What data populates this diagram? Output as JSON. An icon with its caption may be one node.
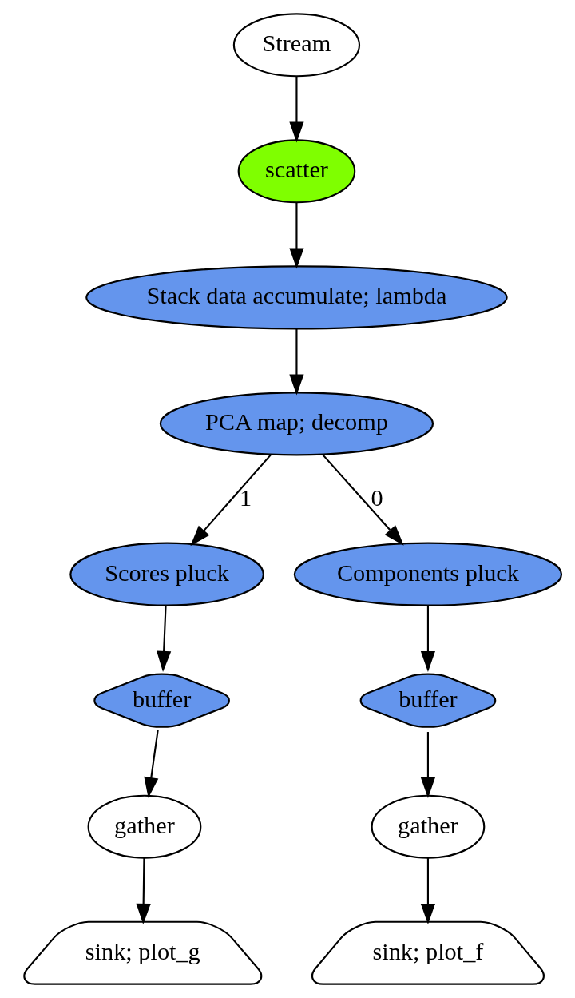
{
  "diagram": {
    "nodes": [
      {
        "text": [
          "Stream"
        ]
      },
      {
        "text": [
          "scatter"
        ]
      },
      {
        "text": [
          "Stack data accumulate; lambda"
        ]
      },
      {
        "text": [
          "PCA map; decomp"
        ]
      },
      {
        "text": [
          "Scores pluck"
        ]
      },
      {
        "text": [
          "Components pluck"
        ]
      },
      {
        "text": [
          "buffer"
        ]
      },
      {
        "text": [
          "buffer"
        ]
      },
      {
        "text": [
          "gather"
        ]
      },
      {
        "text": [
          "gather"
        ]
      },
      {
        "text": [
          "sink; plot_g"
        ]
      },
      {
        "text": [
          "sink; plot_f"
        ]
      }
    ],
    "edges": [
      {
        "from": 0,
        "to": 1,
        "arrow": "to"
      },
      {
        "from": 1,
        "to": 2,
        "arrow": "to"
      },
      {
        "from": 2,
        "to": 3,
        "arrow": "to"
      },
      {
        "from": 3,
        "to": 4,
        "arrow": "to",
        "label": "1"
      },
      {
        "from": 3,
        "to": 5,
        "arrow": "to",
        "label": "0"
      },
      {
        "from": 4,
        "to": 6,
        "arrow": "to"
      },
      {
        "from": 5,
        "to": 7,
        "arrow": "to"
      },
      {
        "from": 6,
        "to": 8,
        "arrow": "to"
      },
      {
        "from": 7,
        "to": 9,
        "arrow": "to"
      },
      {
        "from": 8,
        "to": 10,
        "arrow": "to"
      },
      {
        "from": 9,
        "to": 11,
        "arrow": "to"
      }
    ]
  }
}
